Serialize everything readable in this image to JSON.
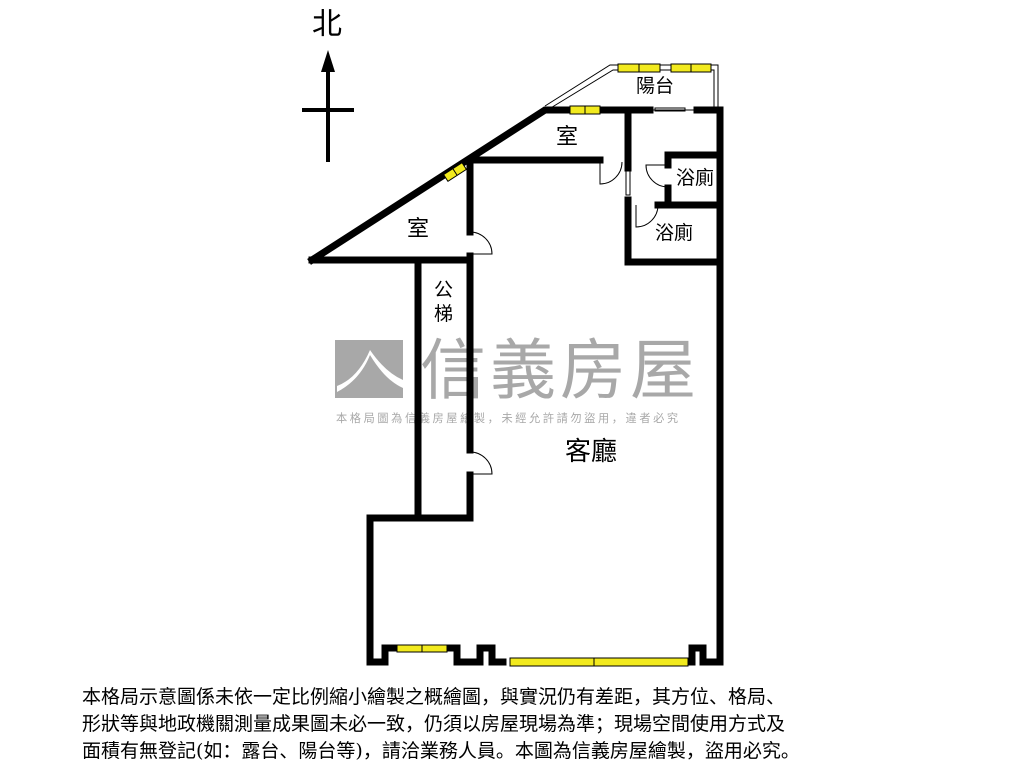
{
  "compass": {
    "north_label": "北"
  },
  "rooms": {
    "balcony": "陽台",
    "bedroom_top": "室",
    "bedroom_left": "室",
    "bath_1": "浴廁",
    "bath_2": "浴廁",
    "stair_1": "公",
    "stair_2": "梯",
    "living": "客廳"
  },
  "watermark": {
    "brand": "信義房屋",
    "notice": "本格局圖為信義房屋繪製，未經允許請勿盜用，違者必究"
  },
  "disclaimer": {
    "lines": [
      "本格局示意圖係未依一定比例縮小繪製之概繪圖，與實況仍有差距，其方位、格局、",
      "形狀等與地政機關測量成果圖未必一致，仍須以房屋現場為準；現場空間使用方式及",
      "面積有無登記(如：露台、陽台等)，請洽業務人員。本圖為信義房屋繪製，盜用必究。"
    ]
  },
  "colors": {
    "wall": "#000000",
    "window": "#f2ea1e",
    "watermark": "#a8a8a8"
  }
}
